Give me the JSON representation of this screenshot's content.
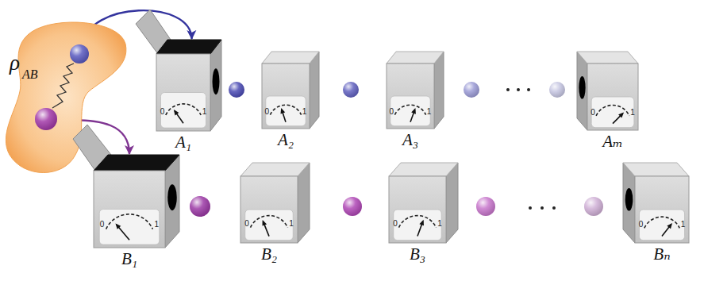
{
  "diagram": {
    "nodes": [
      {
        "text": [
          "ρ",
          "AB"
        ]
      },
      {
        "text": [
          "0",
          "1",
          "A₁"
        ]
      },
      {
        "text": [
          "0",
          "1",
          "A₂"
        ]
      },
      {
        "text": [
          "0",
          "1",
          "A₃"
        ]
      },
      {
        "text": [
          "0",
          "1",
          "Aₘ"
        ]
      },
      {
        "text": [
          "0",
          "1",
          "B₁"
        ]
      },
      {
        "text": [
          "0",
          "1",
          "B₂"
        ]
      },
      {
        "text": [
          "0",
          "1",
          "B₃"
        ]
      },
      {
        "text": [
          "0",
          "1",
          "Bₙ"
        ]
      }
    ],
    "edges": [
      {
        "from": 0,
        "to": 1,
        "arrow": "to"
      },
      {
        "from": 0,
        "to": 5,
        "arrow": "to"
      }
    ]
  }
}
